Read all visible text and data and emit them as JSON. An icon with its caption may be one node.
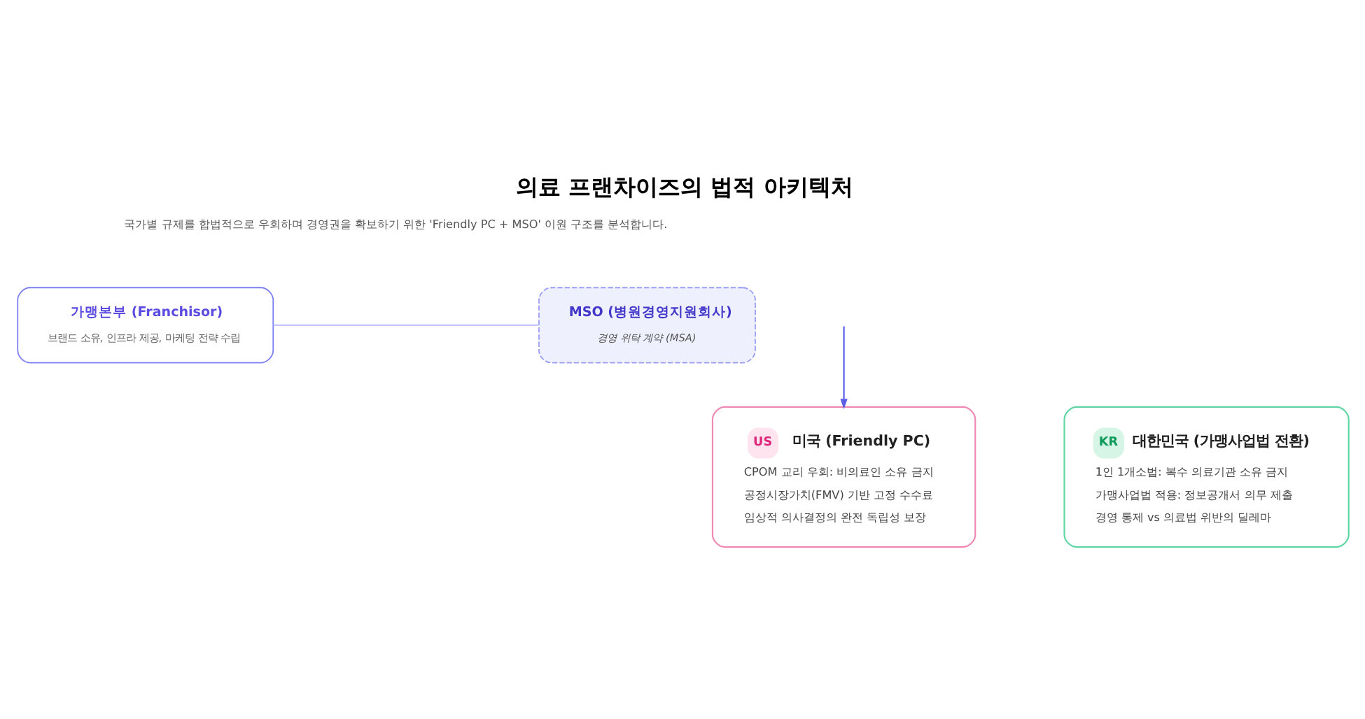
{
  "diagram": {
    "title": "의료 프랜차이즈의 법적 아키텍처",
    "nodes": [
      {
        "text": [
          "가맹본부 (Franchisor)",
          "브랜드 소유, 인프라 제공, 마케팅 전략 수립"
        ]
      },
      {
        "text": [
          "MSO (병원경영지원회사)",
          "경영 위탁 계약 (MSA)"
        ]
      },
      {
        "text": [
          "US",
          "미국 (Friendly PC)",
          "CPOM 교리 우회: 비의료인 소유 금지",
          "공정시장가치(FMV) 기반 고정 수수료",
          "임상적 의사결정의 완전 독립성 보장"
        ]
      },
      {
        "text": [
          "KR",
          "대한민국 (가맹사업법 전환)",
          "1인 1개소법: 복수 의료기관 소유 금지",
          "가맹사업법 적용: 정보공개서 의무 제출",
          "경영 통제 vs 의료법 위반의 딜레마"
        ]
      }
    ],
    "edges": [
      {
        "from": 0,
        "to": 1,
        "arrow": "none",
        "color": "#c3c7f7"
      },
      {
        "from": null,
        "to": 2,
        "arrow": "to",
        "color": "#5b5fe8"
      }
    ],
    "labels": [
      "국가별 규제를 합법적으로 우회하며 경영권을 확보하기 위한 'Friendly PC + MSO' 이원 구조를 분석합니다."
    ]
  }
}
